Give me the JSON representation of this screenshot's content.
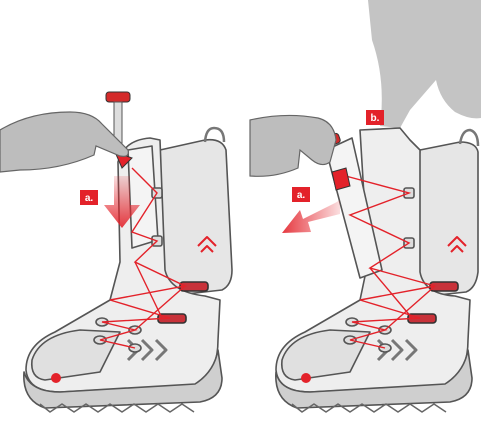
{
  "panels": [
    {
      "id": "left",
      "labels": [
        "a."
      ]
    },
    {
      "id": "right",
      "labels": [
        "a.",
        "b."
      ]
    }
  ],
  "colors": {
    "accent": "#e3222a",
    "lace": "#e3222a",
    "boot_outline": "#555555",
    "boot_fill": "#eeeeee",
    "hand_fill": "#bdbdbd",
    "leg_fill": "#c4c4c4"
  },
  "icons": [
    "hand",
    "boot",
    "pull-tab",
    "arrow-down",
    "arrow-left",
    "leg"
  ]
}
